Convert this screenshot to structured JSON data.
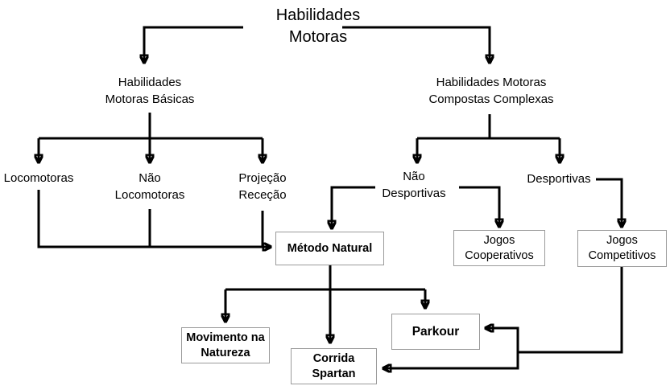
{
  "diagram": {
    "background_color": "#ffffff",
    "line_color": "#000000",
    "box_border_color": "#9a9a9a",
    "nodes": {
      "title": {
        "label": "Habilidades\nMotoras",
        "shape": "text"
      },
      "basicas": {
        "label": "Habilidades\nMotoras Básicas",
        "shape": "text"
      },
      "compostas": {
        "label": "Habilidades Motoras\nCompostas Complexas",
        "shape": "text"
      },
      "locomotoras": {
        "label": "Locomotoras",
        "shape": "text"
      },
      "nao_locomotoras": {
        "label": "Não\nLocomotoras",
        "shape": "text"
      },
      "projecao_rececao": {
        "label": "Projeção\nReceção",
        "shape": "text"
      },
      "nao_desportivas": {
        "label": "Não\nDesportivas",
        "shape": "text"
      },
      "desportivas": {
        "label": "Desportivas",
        "shape": "text"
      },
      "metodo_natural": {
        "label": "Método Natural",
        "shape": "box"
      },
      "jogos_cooperativos": {
        "label": "Jogos\nCooperativos",
        "shape": "box"
      },
      "jogos_competitivos": {
        "label": "Jogos\nCompetitivos",
        "shape": "box"
      },
      "movimento_natureza": {
        "label": "Movimento na\nNatureza",
        "shape": "box"
      },
      "corrida_spartan": {
        "label": "Corrida\nSpartan",
        "shape": "box"
      },
      "parkour": {
        "label": "Parkour",
        "shape": "box"
      }
    },
    "edges": [
      {
        "from": "title",
        "to": "basicas"
      },
      {
        "from": "title",
        "to": "compostas"
      },
      {
        "from": "basicas",
        "to": "locomotoras"
      },
      {
        "from": "basicas",
        "to": "nao_locomotoras"
      },
      {
        "from": "basicas",
        "to": "projecao_rececao"
      },
      {
        "from": "compostas",
        "to": "nao_desportivas"
      },
      {
        "from": "compostas",
        "to": "desportivas"
      },
      {
        "from": "locomotoras",
        "to": "metodo_natural"
      },
      {
        "from": "nao_locomotoras",
        "to": "metodo_natural"
      },
      {
        "from": "projecao_rececao",
        "to": "metodo_natural"
      },
      {
        "from": "nao_desportivas",
        "to": "metodo_natural"
      },
      {
        "from": "nao_desportivas",
        "to": "jogos_cooperativos"
      },
      {
        "from": "desportivas",
        "to": "jogos_competitivos"
      },
      {
        "from": "metodo_natural",
        "to": "movimento_natureza"
      },
      {
        "from": "metodo_natural",
        "to": "corrida_spartan"
      },
      {
        "from": "metodo_natural",
        "to": "parkour"
      },
      {
        "from": "jogos_competitivos",
        "to": "parkour"
      },
      {
        "from": "jogos_competitivos",
        "to": "corrida_spartan"
      }
    ]
  }
}
